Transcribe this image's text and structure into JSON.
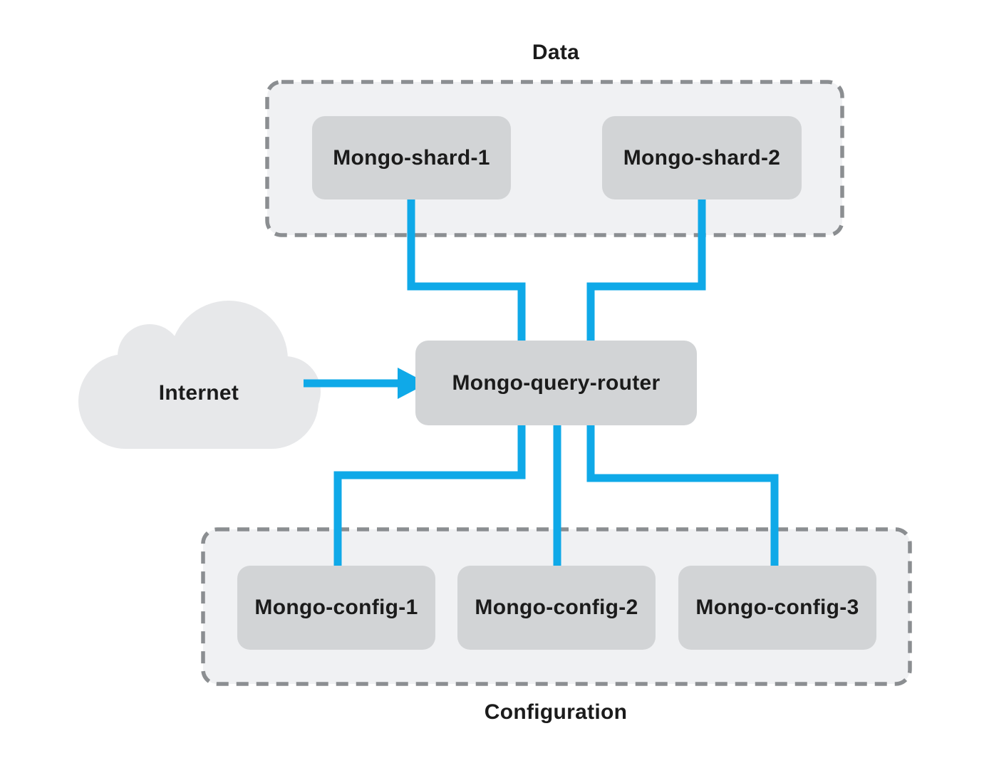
{
  "groups": {
    "data": {
      "label": "Data"
    },
    "configuration": {
      "label": "Configuration"
    }
  },
  "cloud": {
    "label": "Internet"
  },
  "nodes": {
    "shard1": {
      "label": "Mongo-shard-1"
    },
    "shard2": {
      "label": "Mongo-shard-2"
    },
    "router": {
      "label": "Mongo-query-router"
    },
    "config1": {
      "label": "Mongo-config-1"
    },
    "config2": {
      "label": "Mongo-config-2"
    },
    "config3": {
      "label": "Mongo-config-3"
    }
  },
  "edges": [
    {
      "from": "Mongo-shard-1",
      "to": "Mongo-query-router",
      "style": "elbow"
    },
    {
      "from": "Mongo-shard-2",
      "to": "Mongo-query-router",
      "style": "elbow"
    },
    {
      "from": "Internet",
      "to": "Mongo-query-router",
      "style": "arrow"
    },
    {
      "from": "Mongo-query-router",
      "to": "Mongo-config-1",
      "style": "elbow"
    },
    {
      "from": "Mongo-query-router",
      "to": "Mongo-config-2",
      "style": "straight"
    },
    {
      "from": "Mongo-query-router",
      "to": "Mongo-config-3",
      "style": "elbow"
    }
  ],
  "colors": {
    "connector": "#0fa9e8",
    "node_fill": "#d2d4d6",
    "group_fill": "#f0f1f3",
    "group_border": "#8b8e91",
    "cloud_fill": "#e7e8ea",
    "text": "#1b1b1b",
    "background": "#ffffff"
  }
}
